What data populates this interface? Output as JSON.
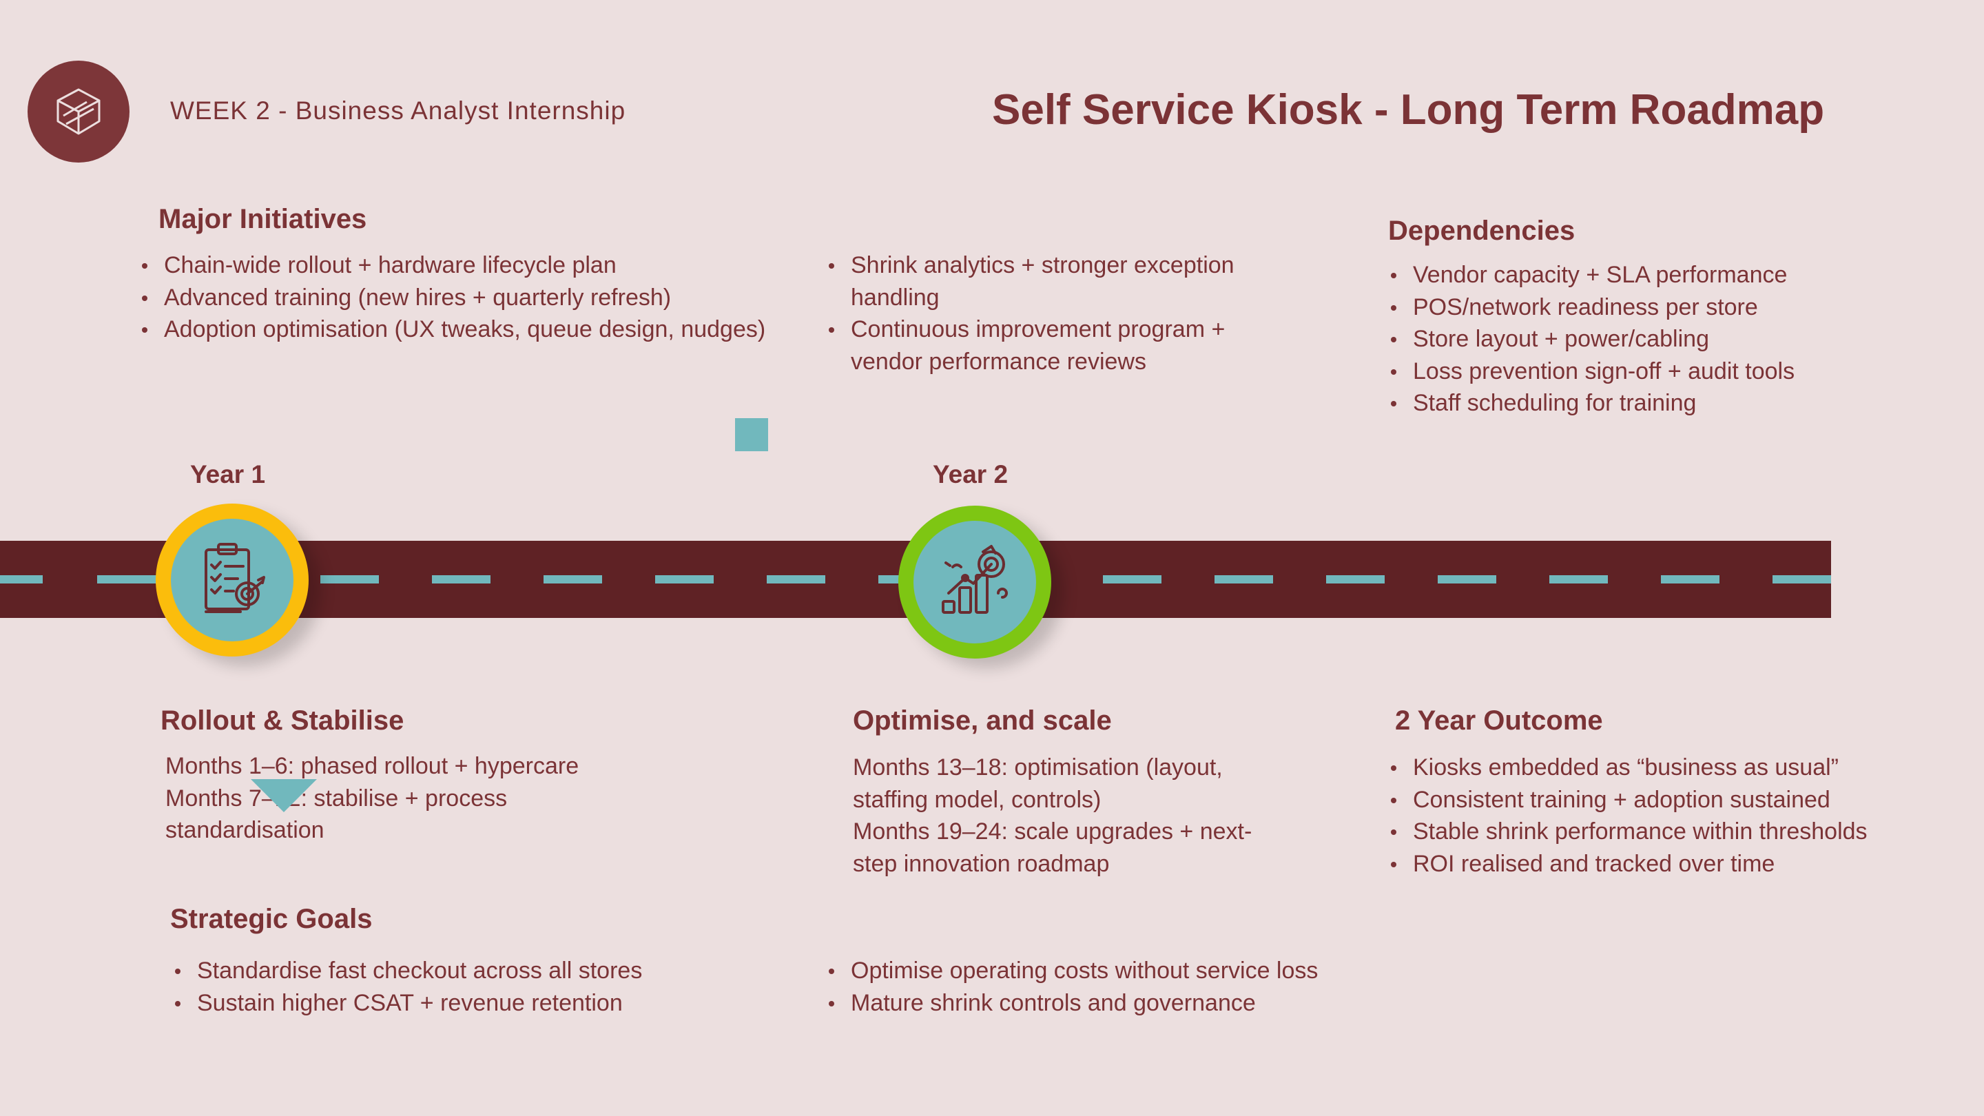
{
  "header": {
    "week_label": "WEEK 2 - Business Analyst Internship",
    "title": "Self Service Kiosk - Long Term Roadmap"
  },
  "major_initiatives": {
    "heading": "Major Initiatives",
    "col1": [
      "Chain-wide rollout + hardware lifecycle plan",
      "Advanced training (new hires + quarterly refresh)",
      "Adoption optimisation (UX tweaks, queue design, nudges)"
    ],
    "col2": [
      "Shrink analytics + stronger exception handling",
      "Continuous improvement program + vendor performance reviews"
    ]
  },
  "dependencies": {
    "heading": "Dependencies",
    "items": [
      "Vendor capacity + SLA performance",
      "POS/network readiness per store",
      "Store layout + power/cabling",
      "Loss prevention sign-off + audit tools",
      "Staff scheduling for training"
    ]
  },
  "timeline": {
    "year1": "Year 1",
    "year2": "Year 2"
  },
  "phase1": {
    "heading": "Rollout & Stabilise",
    "lines": [
      "Months 1–6: phased rollout + hypercare",
      "Months 7–12: stabilise + process standardisation"
    ]
  },
  "phase2": {
    "heading": "Optimise, and scale",
    "lines": [
      "Months 13–18: optimisation (layout, staffing model, controls)",
      "Months 19–24: scale upgrades + next-step innovation roadmap"
    ]
  },
  "outcome": {
    "heading": "2 Year Outcome",
    "items": [
      "Kiosks embedded as “business as usual”",
      "Consistent training + adoption sustained",
      "Stable shrink performance within thresholds",
      "ROI realised and tracked over time"
    ]
  },
  "strategic_goals": {
    "heading": "Strategic Goals",
    "col1": [
      "Standardise fast checkout across all stores",
      "Sustain higher CSAT + revenue retention"
    ],
    "col2": [
      "Optimise operating costs without service loss",
      "Mature shrink controls and governance"
    ]
  },
  "colors": {
    "background": "#ecdfdf",
    "text": "#7b3336",
    "road": "#5f2225",
    "teal": "#71b8bd",
    "year1_ring": "#fbbd0c",
    "year2_ring": "#7ec613"
  },
  "icons": [
    "layers-logo-icon",
    "clipboard-target-icon",
    "growth-chart-icon"
  ]
}
